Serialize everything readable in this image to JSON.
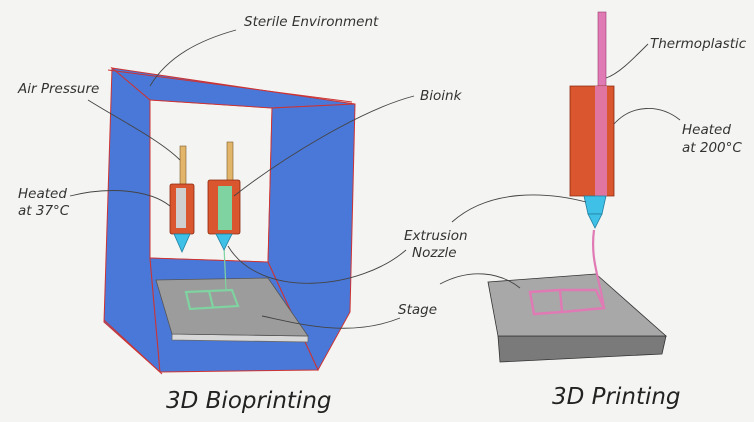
{
  "labels": {
    "sterile": "Sterile Environment",
    "air": "Air Pressure",
    "bioink": "Bioink",
    "heated37_l1": "Heated",
    "heated37_l2": "at 37°C",
    "extrusion_l1": "Extrusion",
    "extrusion_l2": "Nozzle",
    "stage": "Stage",
    "thermo": "Thermoplastic",
    "heated200_l1": "Heated",
    "heated200_l2": "at 200°C"
  },
  "captions": {
    "left": "3D Bioprinting",
    "right": "3D Printing"
  },
  "colors": {
    "enclosure": "#4a78d8",
    "cylinder": "#d9562f",
    "nozzle": "#3fc0e6",
    "bioink": "#7fd3a0",
    "thermoplastic": "#e07ab4",
    "stage": "#9c9c9c"
  }
}
